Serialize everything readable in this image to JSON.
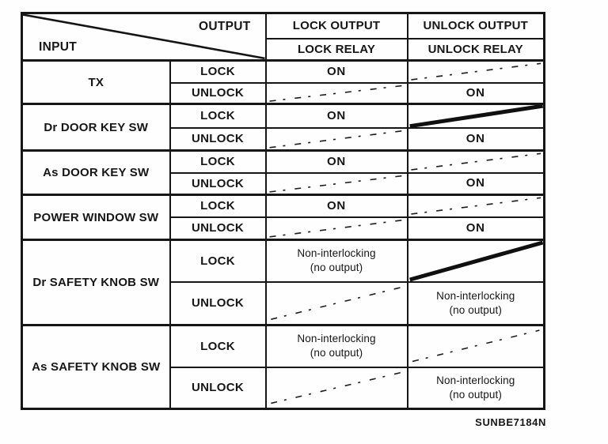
{
  "page": {
    "background": "#ffffff",
    "ink": "#161616"
  },
  "caption": "SUNBE7184N",
  "table": {
    "header": {
      "output_label": "OUTPUT",
      "input_label": "INPUT",
      "lock_col": {
        "line1": "LOCK OUTPUT",
        "line2": "LOCK RELAY"
      },
      "unlock_col": {
        "line1": "UNLOCK OUTPUT",
        "line2": "UNLOCK RELAY"
      }
    },
    "groups": [
      {
        "input": "TX",
        "rows": [
          {
            "position": "LOCK",
            "lock": {
              "state": "on",
              "text": "ON"
            },
            "unlock": {
              "state": "no-output-dashed-diagonal",
              "text": ""
            }
          },
          {
            "position": "UNLOCK",
            "lock": {
              "state": "no-output-dashed-diagonal",
              "text": ""
            },
            "unlock": {
              "state": "on",
              "text": "ON"
            }
          }
        ]
      },
      {
        "input": "Dr DOOR KEY SW",
        "rows": [
          {
            "position": "LOCK",
            "lock": {
              "state": "on",
              "text": "ON"
            },
            "unlock": {
              "state": "no-output-solid-diagonal",
              "text": ""
            }
          },
          {
            "position": "UNLOCK",
            "lock": {
              "state": "no-output-dashed-diagonal",
              "text": ""
            },
            "unlock": {
              "state": "on",
              "text": "ON"
            }
          }
        ]
      },
      {
        "input": "As DOOR KEY SW",
        "rows": [
          {
            "position": "LOCK",
            "lock": {
              "state": "on",
              "text": "ON"
            },
            "unlock": {
              "state": "no-output-dashed-diagonal",
              "text": ""
            }
          },
          {
            "position": "UNLOCK",
            "lock": {
              "state": "no-output-dashed-diagonal",
              "text": ""
            },
            "unlock": {
              "state": "on",
              "text": "ON"
            }
          }
        ]
      },
      {
        "input": "POWER WINDOW SW",
        "rows": [
          {
            "position": "LOCK",
            "lock": {
              "state": "on",
              "text": "ON"
            },
            "unlock": {
              "state": "no-output-dashed-diagonal",
              "text": ""
            }
          },
          {
            "position": "UNLOCK",
            "lock": {
              "state": "no-output-dashed-diagonal",
              "text": ""
            },
            "unlock": {
              "state": "on",
              "text": "ON"
            }
          }
        ]
      },
      {
        "input": "Dr SAFETY KNOB SW",
        "rows": [
          {
            "position": "LOCK",
            "lock": {
              "state": "non-interlocking",
              "text": "Non-interlocking\n(no output)"
            },
            "unlock": {
              "state": "no-output-solid-diagonal",
              "text": ""
            }
          },
          {
            "position": "UNLOCK",
            "lock": {
              "state": "no-output-dashed-diagonal",
              "text": ""
            },
            "unlock": {
              "state": "non-interlocking",
              "text": "Non-interlocking\n(no output)"
            }
          }
        ]
      },
      {
        "input": "As SAFETY KNOB SW",
        "rows": [
          {
            "position": "LOCK",
            "lock": {
              "state": "non-interlocking",
              "text": "Non-interlocking\n(no output)"
            },
            "unlock": {
              "state": "no-output-dashed-diagonal",
              "text": ""
            }
          },
          {
            "position": "UNLOCK",
            "lock": {
              "state": "no-output-dashed-diagonal",
              "text": ""
            },
            "unlock": {
              "state": "non-interlocking",
              "text": "Non-interlocking\n(no output)"
            }
          }
        ]
      }
    ]
  }
}
